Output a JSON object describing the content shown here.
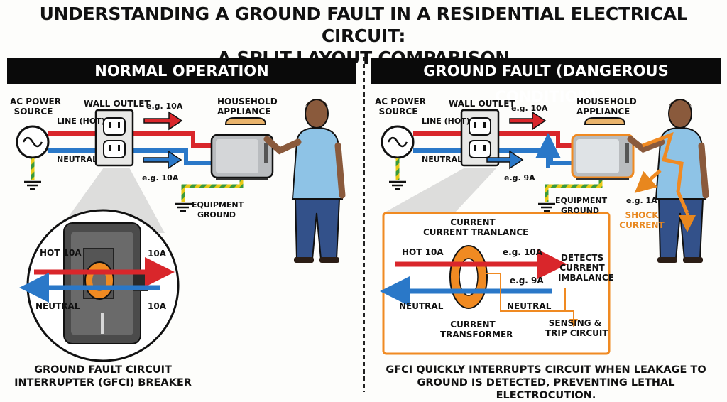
{
  "title": {
    "line1": "UNDERSTANDING A GROUND FAULT IN A RESIDENTIAL ELECTRICAL CIRCUIT:",
    "line2": "A SPLIT-LAYOUT COMPARISON"
  },
  "normal": {
    "header": "NORMAL OPERATION",
    "ac_power_1": "AC POWER",
    "ac_power_2": "SOURCE",
    "line_hot": "LINE (HOT)",
    "neutral": "NEUTRAL",
    "wall_outlet": "WALL OUTLET",
    "current_top": "e.g. 10A",
    "current_bottom": "e.g. 10A",
    "appliance_1": "HOUSEHOLD",
    "appliance_2": "APPLIANCE",
    "equipment_1": "EQUIPMENT",
    "equipment_2": "GROUND",
    "inset_hot": "HOT 10A",
    "inset_hot_right": "10A",
    "inset_neutral": "NEUTRAL",
    "inset_neutral_right": "10A",
    "footer_1": "GROUND FAULT CIRCUIT",
    "footer_2": "INTERRUPTER (GFCI) BREAKER"
  },
  "fault": {
    "header": "GROUND FAULT (DANGEROUS CONDITION)",
    "ac_power_1": "AC POWER",
    "ac_power_2": "SOURCE",
    "line_hot": "LINE (HOT)",
    "neutral": "NEUTRAL",
    "wall_outlet": "WALL OUTLET",
    "current_top": "e.g. 10A",
    "current_bottom": "e.g. 9A",
    "appliance_1": "HOUSEHOLD",
    "appliance_2": "APPLIANCE",
    "equipment_1": "EQUIPMENT",
    "equipment_2": "GROUND",
    "leak": "e.g. 1A",
    "shock_1": "SHOCK",
    "shock_2": "CURRENT",
    "inset_title_1": "CURRENT",
    "inset_title_2": "CURRENT TRANLANCE",
    "inset_hot": "HOT 10A",
    "inset_hot_right": "e.g. 10A",
    "inset_neutral": "NEUTRAL",
    "inset_neutral_right": "e.g. 9A",
    "inset_neutral_right_label": "NEUTRAL",
    "detects_1": "DETECTS",
    "detects_2": "CURRENT",
    "detects_3": "IMBALANCE",
    "ct_1": "CURRENT",
    "ct_2": "TRANSFORMER",
    "sensing_1": "SENSING &",
    "sensing_2": "TRIP CIRCUIT",
    "footer_1": "GFCI QUICKLY INTERRUPTS CIRCUIT WHEN LEAKAGE TO",
    "footer_2": "GROUND IS DETECTED, PREVENTING LETHAL ELECTROCUTION."
  },
  "colors": {
    "hot": "#d9262b",
    "neutral": "#2a78c8",
    "ground_yellow": "#e9c917",
    "ground_green": "#3c9a3a",
    "highlight": "#e8871e"
  }
}
